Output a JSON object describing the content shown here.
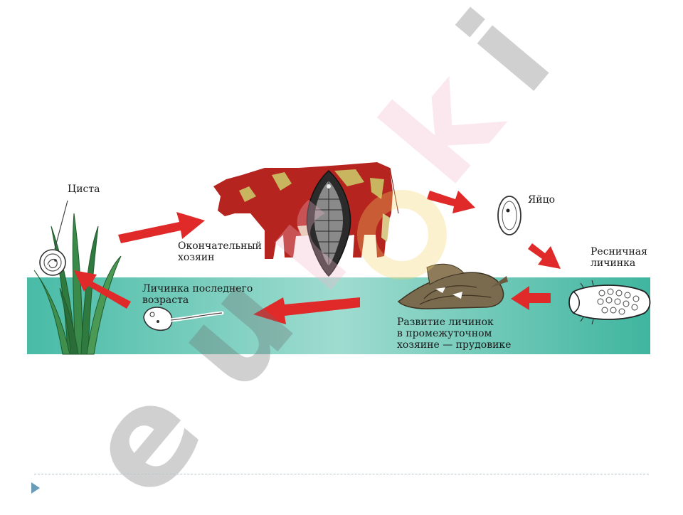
{
  "labels": {
    "cyst": "Циста",
    "definitive_host": "Окончательный\nхозяин",
    "egg": "Яйцо",
    "ciliated_larva": "Ресничная\nличинка",
    "last_stage_larva": "Личинка последнего\nвозраста",
    "snail_development": "Развитие личинок\nв промежуточном\nхозяине — прудовике"
  },
  "watermark": "euroki",
  "colors": {
    "water": "#4cbfa9",
    "arrow": "#e02a2a",
    "cow": "#b5241e",
    "cow_patch": "#c9b560",
    "grass": "#2f7a3f",
    "snail": "#7a6a4e",
    "footer_arrow": "#6a9cb8"
  }
}
